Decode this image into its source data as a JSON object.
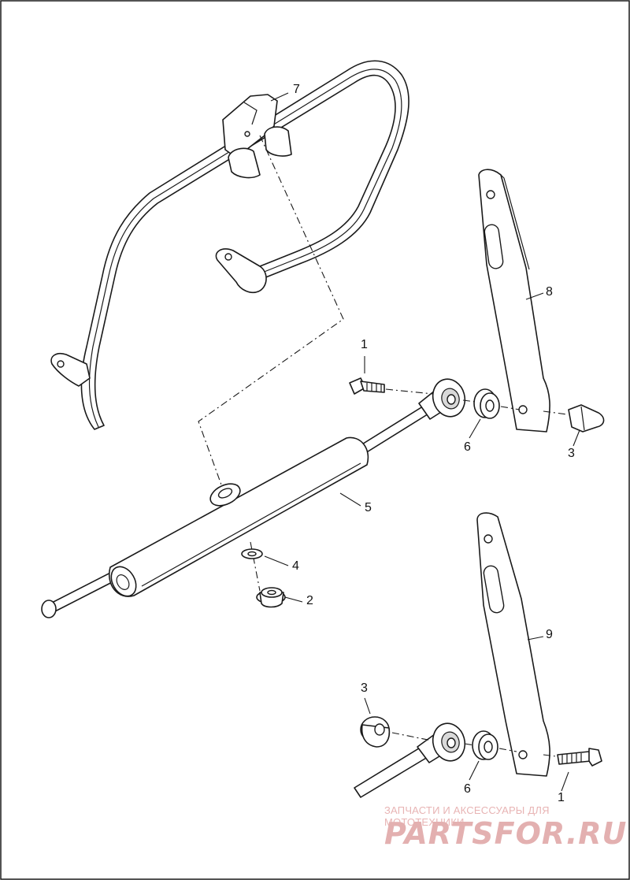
{
  "callouts": [
    {
      "id": "7",
      "text": "7"
    },
    {
      "id": "8",
      "text": "8"
    },
    {
      "id": "1a",
      "text": "1"
    },
    {
      "id": "6a",
      "text": "6"
    },
    {
      "id": "3a",
      "text": "3"
    },
    {
      "id": "5",
      "text": "5"
    },
    {
      "id": "4",
      "text": "4"
    },
    {
      "id": "2",
      "text": "2"
    },
    {
      "id": "9",
      "text": "9"
    },
    {
      "id": "3b",
      "text": "3"
    },
    {
      "id": "6b",
      "text": "6"
    },
    {
      "id": "1b",
      "text": "1"
    }
  ],
  "watermark": {
    "line1": "ЗАПЧАСТИ И АКСЕССУАРЫ ДЛЯ МОТОТЕХНИКИ",
    "line2": "PARTSFOR.RU",
    "color": "#e3b0b0"
  }
}
